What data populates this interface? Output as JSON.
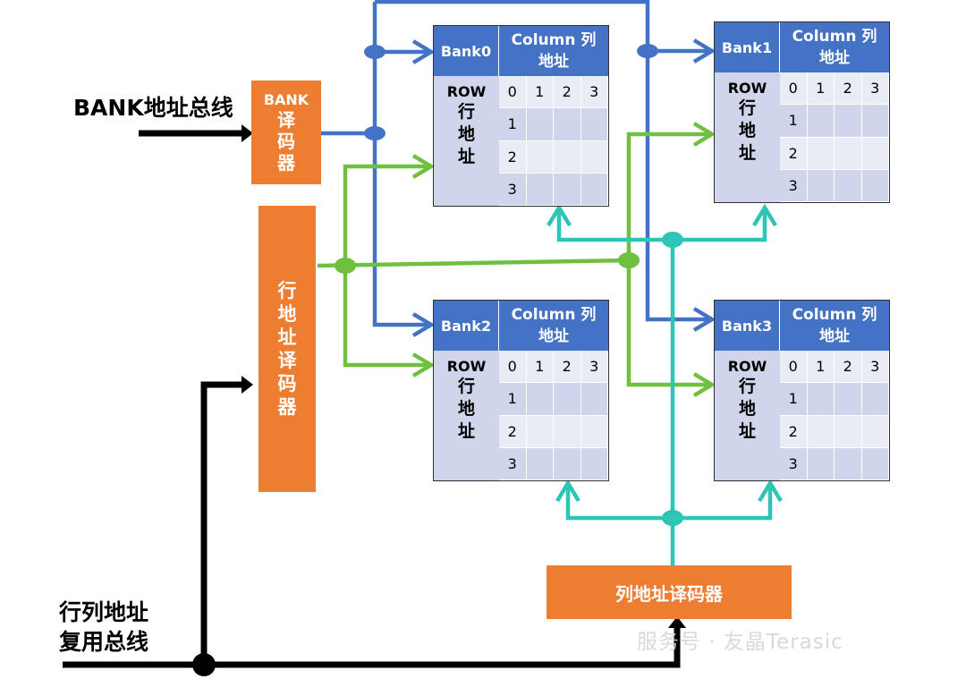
{
  "bank_bus_label": "BANK地址总线",
  "mux_bus_label": [
    "行列地址",
    "复用总线"
  ],
  "bank_decoder": {
    "line1": "BANK",
    "chars": [
      "译",
      "码",
      "器"
    ]
  },
  "row_decoder": {
    "chars": [
      "行",
      "地",
      "址",
      "译",
      "码",
      "器"
    ]
  },
  "col_decoder": {
    "label": "列地址译码器"
  },
  "banks": [
    {
      "name": "Bank0",
      "column_line1": "Column 列",
      "column_line2": "地址",
      "row_word": "ROW",
      "row_chars": [
        "行",
        "地",
        "址"
      ],
      "col_indices": [
        "0",
        "1",
        "2",
        "3"
      ],
      "row_indices": [
        "1",
        "2",
        "3"
      ]
    },
    {
      "name": "Bank1",
      "column_line1": "Column 列",
      "column_line2": "地址",
      "row_word": "ROW",
      "row_chars": [
        "行",
        "地",
        "址"
      ],
      "col_indices": [
        "0",
        "1",
        "2",
        "3"
      ],
      "row_indices": [
        "1",
        "2",
        "3"
      ]
    },
    {
      "name": "Bank2",
      "column_line1": "Column 列",
      "column_line2": "地址",
      "row_word": "ROW",
      "row_chars": [
        "行",
        "地",
        "址"
      ],
      "col_indices": [
        "0",
        "1",
        "2",
        "3"
      ],
      "row_indices": [
        "1",
        "2",
        "3"
      ]
    },
    {
      "name": "Bank3",
      "column_line1": "Column 列",
      "column_line2": "地址",
      "row_word": "ROW",
      "row_chars": [
        "行",
        "地",
        "址"
      ],
      "col_indices": [
        "0",
        "1",
        "2",
        "3"
      ],
      "row_indices": [
        "1",
        "2",
        "3"
      ]
    }
  ],
  "watermark": "服务号 · 友晶Terasic",
  "colors": {
    "bank_bus": "#4472c4",
    "row_bus": "#70c040",
    "col_bus": "#2ec4b6",
    "mux_bus": "#000000",
    "decoder": "#ed7d31",
    "header": "#4472c4",
    "cell_light": "#e9ebf5",
    "cell_dark": "#cfd5ea"
  }
}
